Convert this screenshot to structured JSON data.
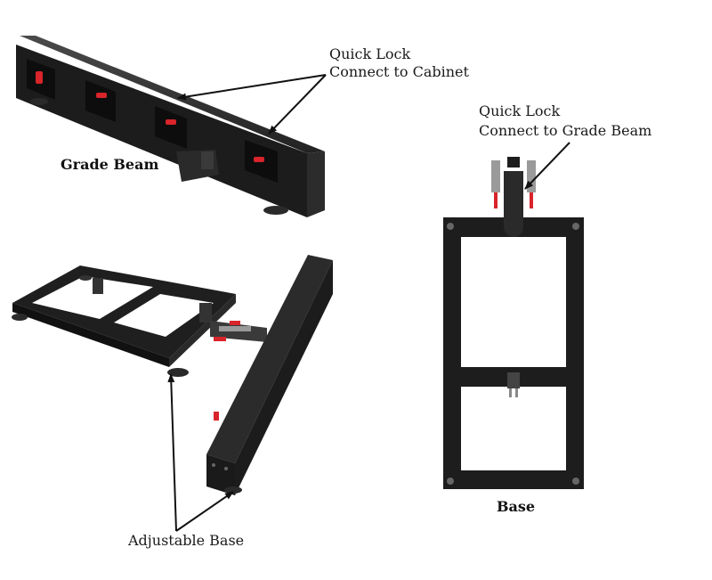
{
  "labels": {
    "quick_lock_1": "Quick Lock",
    "connect_cabinet": "Connect to Cabinet",
    "quick_lock_2": "Quick Lock",
    "connect_grade_beam": "Connect to Grade Beam",
    "grade_beam": "Grade Beam",
    "base": "Base",
    "adjustable_base": "Adjustable Base"
  },
  "colors": {
    "frame": "#1d1d1d",
    "frame_light": "#3a3a3a",
    "accent": "#d8242a",
    "arrow": "#111111"
  }
}
